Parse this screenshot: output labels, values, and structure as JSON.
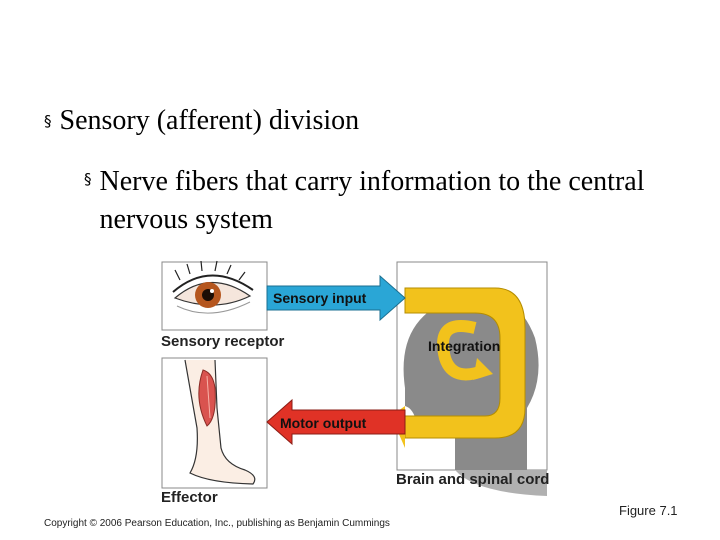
{
  "bullets": {
    "level1": "Sensory (afferent) division",
    "level2": "Nerve fibers that carry information to the central nervous system",
    "marker": "§"
  },
  "figure": {
    "arrow_sensory": "Sensory input",
    "arrow_motor": "Motor output",
    "integration": "Integration",
    "caption_receptor": "Sensory receptor",
    "caption_effector": "Effector",
    "caption_brain": "Brain and spinal cord",
    "colors": {
      "sensory_arrow": "#2aa6d6",
      "motor_arrow": "#e03226",
      "integration_arrow": "#f2c21c",
      "head": "#8a8a8a"
    }
  },
  "footer": {
    "figure_number": "Figure 7.1",
    "copyright": "Copyright © 2006 Pearson Education, Inc., publishing as Benjamin Cummings"
  }
}
